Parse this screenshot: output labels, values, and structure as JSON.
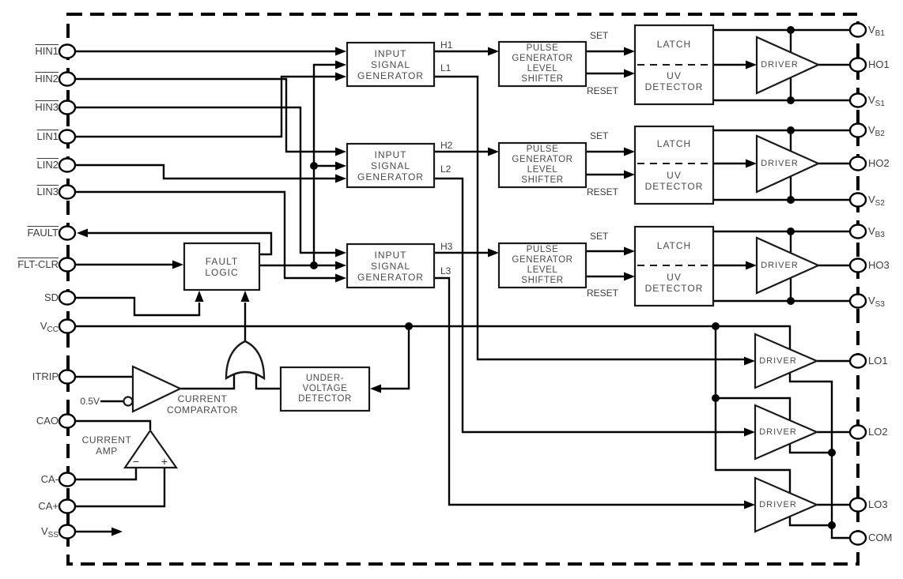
{
  "pins": {
    "left": [
      {
        "label": "HIN1",
        "bar": true
      },
      {
        "label": "HIN2",
        "bar": true
      },
      {
        "label": "HIN3",
        "bar": true
      },
      {
        "label": "LIN1",
        "bar": true
      },
      {
        "label": "LIN2",
        "bar": true
      },
      {
        "label": "LIN3",
        "bar": true
      },
      {
        "label": "FAULT",
        "bar": true
      },
      {
        "label": "FLT-CLR",
        "bar": true
      },
      {
        "label": "SD",
        "bar": false
      },
      {
        "label": "V",
        "sub": "CC",
        "bar": false
      },
      {
        "label": "ITRIP",
        "bar": false
      },
      {
        "label": "CAO",
        "bar": false
      },
      {
        "label": "CA-",
        "bar": false
      },
      {
        "label": "CA+",
        "bar": false
      },
      {
        "label": "V",
        "sub": "SS",
        "bar": false
      }
    ],
    "right": [
      {
        "label": "V",
        "sub": "B1"
      },
      {
        "label": "HO1"
      },
      {
        "label": "V",
        "sub": "S1"
      },
      {
        "label": "V",
        "sub": "B2"
      },
      {
        "label": "HO2"
      },
      {
        "label": "V",
        "sub": "S2"
      },
      {
        "label": "V",
        "sub": "B3"
      },
      {
        "label": "HO3"
      },
      {
        "label": "V",
        "sub": "S3"
      },
      {
        "label": "LO1"
      },
      {
        "label": "LO2"
      },
      {
        "label": "LO3"
      },
      {
        "label": "COM"
      }
    ]
  },
  "blocks": {
    "isg": {
      "l1": "INPUT",
      "l2": "SIGNAL",
      "l3": "GENERATOR"
    },
    "pulse": {
      "l1": "PULSE",
      "l2": "GENERATOR",
      "l3": "LEVEL",
      "l4": "SHIFTER"
    },
    "latch": {
      "l1": "LATCH"
    },
    "uv_det": {
      "l1": "UV",
      "l2": "DETECTOR"
    },
    "fault_logic": {
      "l1": "FAULT",
      "l2": "LOGIC"
    },
    "undervoltage": {
      "l1": "UNDER-",
      "l2": "VOLTAGE",
      "l3": "DETECTOR"
    },
    "driver": "DRIVER",
    "comparator": {
      "l1": "CURRENT",
      "l2": "COMPARATOR"
    },
    "amp": {
      "l1": "CURRENT",
      "l2": "AMP"
    }
  },
  "signals": {
    "h1": "H1",
    "l1": "L1",
    "h2": "H2",
    "l2": "L2",
    "h3": "H3",
    "l3": "L3",
    "set": "SET",
    "reset": "RESET",
    "vref": "0.5V",
    "minus": "−",
    "plus": "+"
  }
}
